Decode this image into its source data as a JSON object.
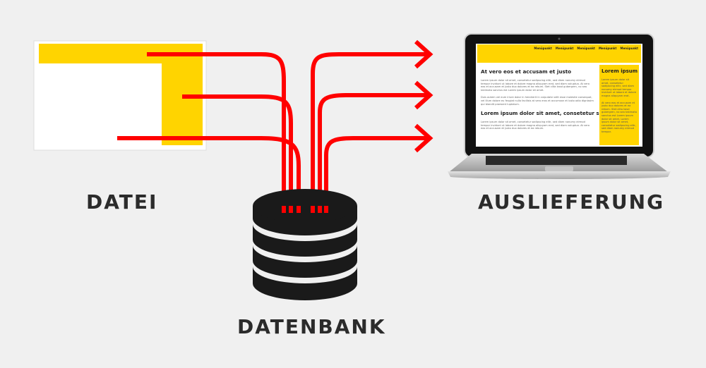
{
  "labels": {
    "file": "DATEI",
    "delivery": "AUSLIEFERUNG",
    "database": "DATENBANK"
  },
  "screen": {
    "nav_items": [
      "Menüpunkt",
      "Menüpunkt",
      "Menüpunkt",
      "Menüpunkt",
      "Menüpunkt"
    ],
    "heading_1": "At vero eos et accusam et justo",
    "paragraph_1": "Lorem ipsum dolor sit amet, consetetur sadipscing elitr, sed diam nonumy eirmod tempor invidunt ut labore et dolore magna aliquyam erat, sed diam voluptua. At vero eos et accusam et justo duo dolores et ea rebum. Stet clita kasd gubergren, no sea takimata sanctus est Lorem ipsum dolor sit amet.",
    "paragraph_2": "Duis autem vel eum iriure dolor in hendrerit in vulputate velit esse molestie consequat, vel illum dolore eu feugiat nulla facilisis at vero eros et accumsan et iusto odio dignissim qui blandit praesent luptatum.",
    "heading_2": "Lorem ipsum dolor sit amet, consetetur sadipscing",
    "paragraph_3": "Lorem ipsum dolor sit amet, consetetur sadipscing elitr, sed diam nonumy eirmod tempor invidunt ut labore et dolore magna aliquyam erat, sed diam voluptua. At vero eos et accusam et justo duo dolores et ea rebum.",
    "sidebar_heading": "Lorem ipsum",
    "sidebar_paragraph_1": "Lorem ipsum dolor sit amet, consetetur sadipscing elitr, sed diam nonumy eirmod tempor invidunt ut labore et dolore magna aliquyam erat.",
    "sidebar_paragraph_2": "At vero eos et accusam et justo duo dolores et ea rebum. Stet clita kasd gubergren, no sea takimata sanctus est Lorem ipsum dolor sit amet. Lorem ipsum dolor sit amet, consetetur sadipscing elitr, sed diam nonumy eirmod tempor."
  },
  "colors": {
    "background": "#f0f0f0",
    "accent_yellow": "#ffd400",
    "arrow_red": "#ff0000",
    "database_black": "#1a1a1a",
    "text_dark": "#2b2b2b"
  },
  "icons": [
    "document-layout-icon",
    "database-icon",
    "laptop-icon",
    "arrow-icon"
  ]
}
